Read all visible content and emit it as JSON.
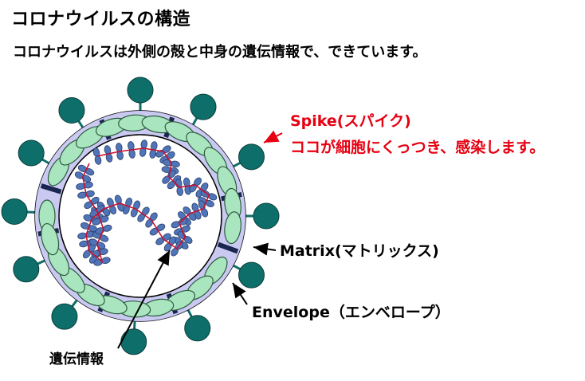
{
  "title": "コロナウイルスの構造",
  "subtitle": "コロナウイルスは外側の殻と中身の遺伝情報で、できています。",
  "labels": {
    "spike_line1": "Spike(スパイク)",
    "spike_line2": "ココが細胞にくっつき、感染します。",
    "matrix": "Matrix(マトリックス)",
    "envelope": "Envelope（エンベロープ）",
    "genome": "遺伝情報"
  },
  "colors": {
    "envelope_fill": "#c9c9f2",
    "protein_fill": "#a9e6c0",
    "spike_fill": "#0e6e6a",
    "matrix_bar": "#1a2650",
    "rna_fill": "#4f74b8",
    "rna_strand": "#c8102e",
    "accent_red": "#e60012"
  }
}
